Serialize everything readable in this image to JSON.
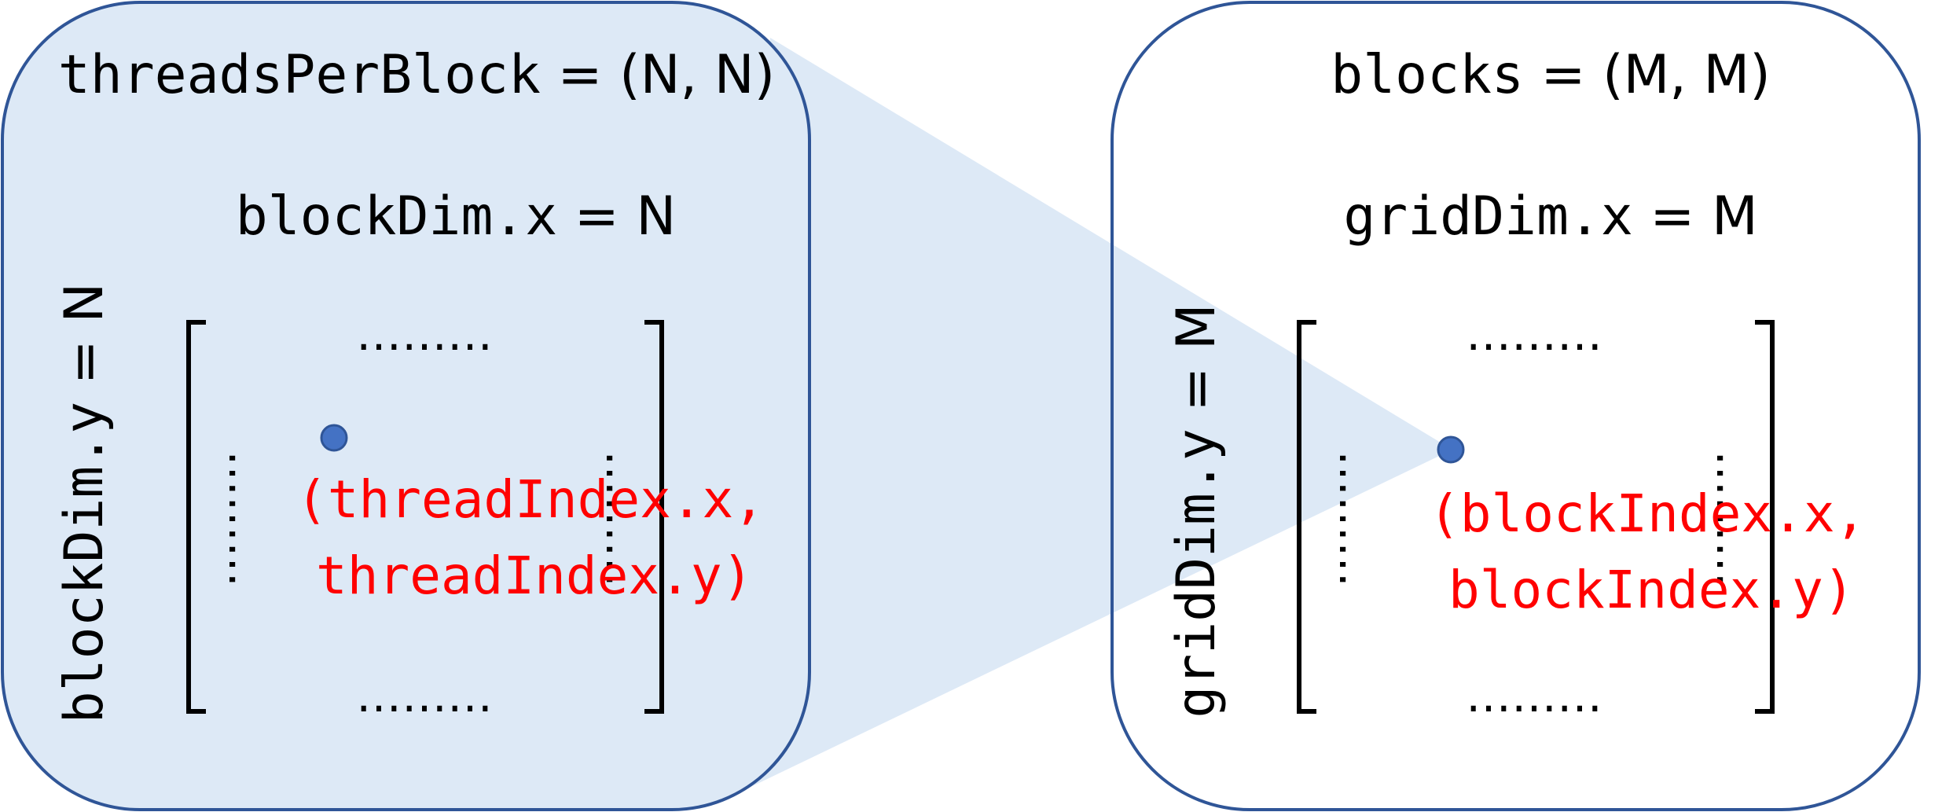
{
  "colors": {
    "panel_border": "#2f5597",
    "block_fill": "#dde9f6",
    "projection_fill": "#dde9f6",
    "dot_fill": "#4472c4",
    "index_text": "#ff0000",
    "text": "#000000"
  },
  "block_panel": {
    "title_code": "threadsPerBlock",
    "title_rest": " = (N, N)",
    "dim_x_code": "blockDim.x",
    "dim_x_rest": " = N",
    "dim_y_code": "blockDim.y",
    "dim_y_rest": " = N",
    "index_line1": "(threadIndex.x,",
    "index_line2": "threadIndex.y)",
    "dots_row": "………",
    "dots_col": "………"
  },
  "grid_panel": {
    "title_code": "blocks",
    "title_rest": " = (M, M)",
    "dim_x_code": "gridDim.x",
    "dim_x_rest": " = M",
    "dim_y_code": "gridDim.y",
    "dim_y_rest": " = M",
    "index_line1": "(blockIndex.x,",
    "index_line2": "blockIndex.y)",
    "dots_row": "………",
    "dots_col": "………"
  }
}
